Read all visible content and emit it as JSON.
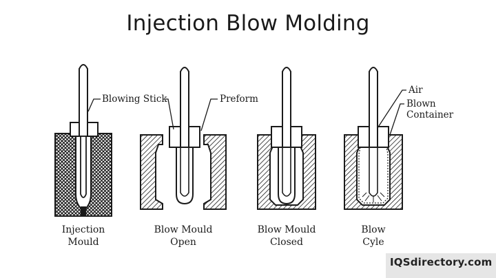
{
  "title": "Injection Blow Molding",
  "stages": [
    {
      "line1": "Injection",
      "line2": "Mould"
    },
    {
      "line1": "Blow Mould",
      "line2": "Open"
    },
    {
      "line1": "Blow Mould",
      "line2": "Closed"
    },
    {
      "line1": "Blow",
      "line2": "Cyle"
    }
  ],
  "labels": {
    "blowing_stick": "Blowing Stick",
    "preform": "Preform",
    "air": "Air",
    "blown_container_line1": "Blown",
    "blown_container_line2": "Container"
  },
  "brand": "IQSdirectory.com"
}
